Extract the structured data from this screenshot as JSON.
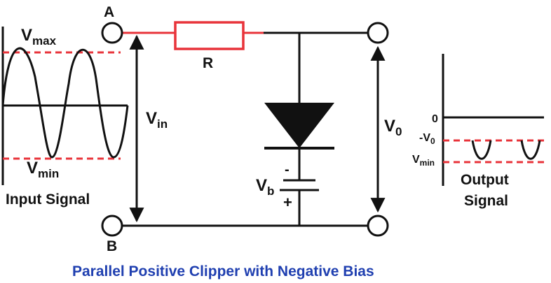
{
  "diagram": {
    "title": "Parallel Positive Clipper with Negative Bias",
    "terminals": {
      "top": "A",
      "bottom": "B"
    },
    "resistor_label": "R",
    "input": {
      "vmax_main": "V",
      "vmax_sub": "max",
      "vmin_main": "V",
      "vmin_sub": "min",
      "vin_main": "V",
      "vin_sub": "in",
      "caption": "Input Signal"
    },
    "battery": {
      "label_main": "V",
      "label_sub": "b",
      "minus": "-",
      "plus": "+"
    },
    "output": {
      "v0_main": "V",
      "v0_sub": "0",
      "zero_label": "0",
      "neg_v0_main": "-V",
      "neg_v0_sub": "0",
      "vmin_main": "V",
      "vmin_sub": "min",
      "caption_line1": "Output",
      "caption_line2": "Signal"
    },
    "colors": {
      "resistor": "#e8333a",
      "dashed": "#e8333a",
      "wire": "#111111",
      "title": "#1f3fb0"
    }
  }
}
